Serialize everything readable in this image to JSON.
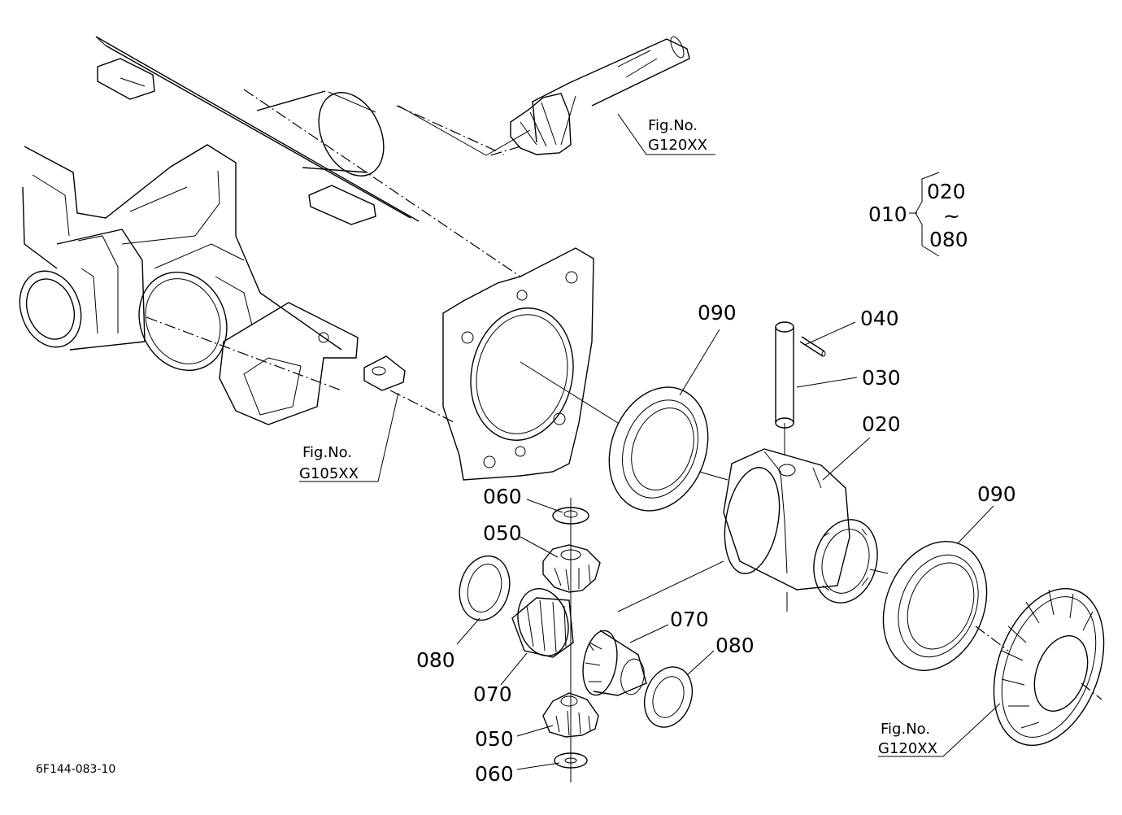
{
  "drawing_code": "6F144-083-10",
  "fig_refs": {
    "top": {
      "title": "Fig.No.",
      "number": "G120XX"
    },
    "left": {
      "title": "Fig.No.",
      "number": "G105XX"
    },
    "bottom_right": {
      "title": "Fig.No.",
      "number": "G120XX"
    }
  },
  "assembly_note": {
    "parent": "010",
    "range_start": "020",
    "range_sep": "~",
    "range_end": "080"
  },
  "callouts": {
    "p090_a": "090",
    "p040": "040",
    "p030": "030",
    "p020": "020",
    "p090_b": "090",
    "p060_a": "060",
    "p050_a": "050",
    "p080_a": "080",
    "p070_a": "070",
    "p070_b": "070",
    "p080_b": "080",
    "p050_b": "050",
    "p060_b": "060"
  }
}
